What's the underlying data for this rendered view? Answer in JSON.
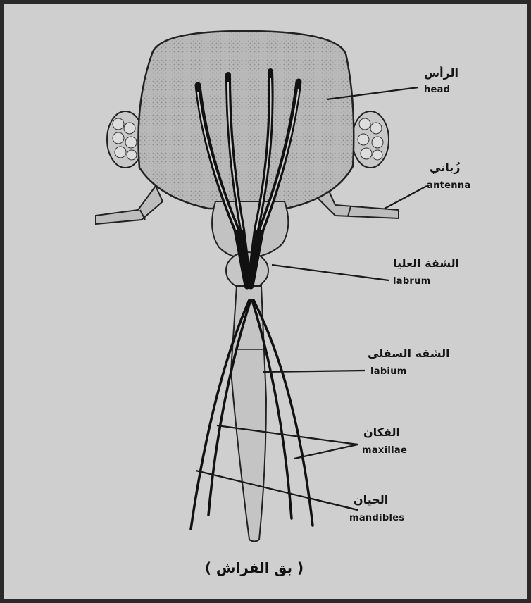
{
  "labels": {
    "head": {
      "ar": "الرأس",
      "en": "head"
    },
    "antenna": {
      "ar": "زُباني",
      "en": "antenna"
    },
    "labrum": {
      "ar": "الشفة العليا",
      "en": "labrum"
    },
    "labium": {
      "ar": "الشفة السفلى",
      "en": "labium"
    },
    "maxillae": {
      "ar": "الفكان",
      "en": "maxillae"
    },
    "mandibles": {
      "ar": "الحيان",
      "en": "mandibles"
    }
  },
  "caption": "( بق الفراش )"
}
